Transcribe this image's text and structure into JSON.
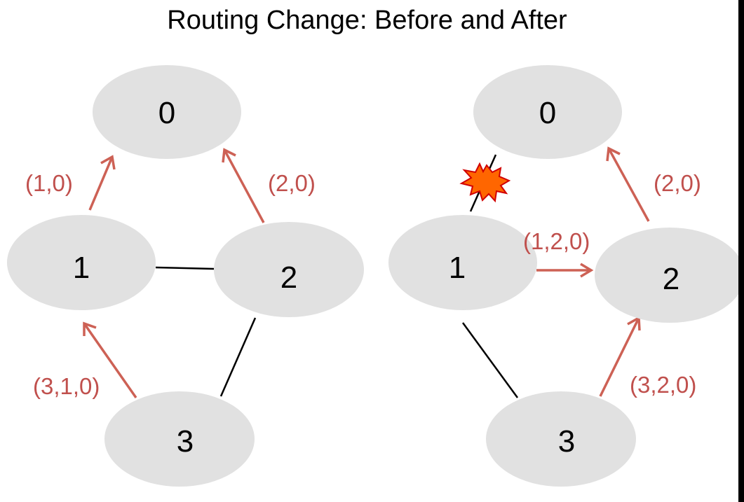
{
  "title": "Routing Change: Before and After",
  "colors": {
    "node_fill": "#e1e1e1",
    "route": "#cd6155",
    "route_label": "#c0504d",
    "link": "#000000",
    "failure_burst": "#ff6600"
  },
  "before": {
    "nodes": {
      "n0": "0",
      "n1": "1",
      "n2": "2",
      "n3": "3"
    },
    "routes": {
      "r10": "(1,0)",
      "r20": "(2,0)",
      "r310": "(3,1,0)"
    }
  },
  "after": {
    "nodes": {
      "n0": "0",
      "n1": "1",
      "n2": "2",
      "n3": "3"
    },
    "routes": {
      "r20": "(2,0)",
      "r120": "(1,2,0)",
      "r320": "(3,2,0)"
    },
    "failure_icon": "explosion-icon"
  }
}
